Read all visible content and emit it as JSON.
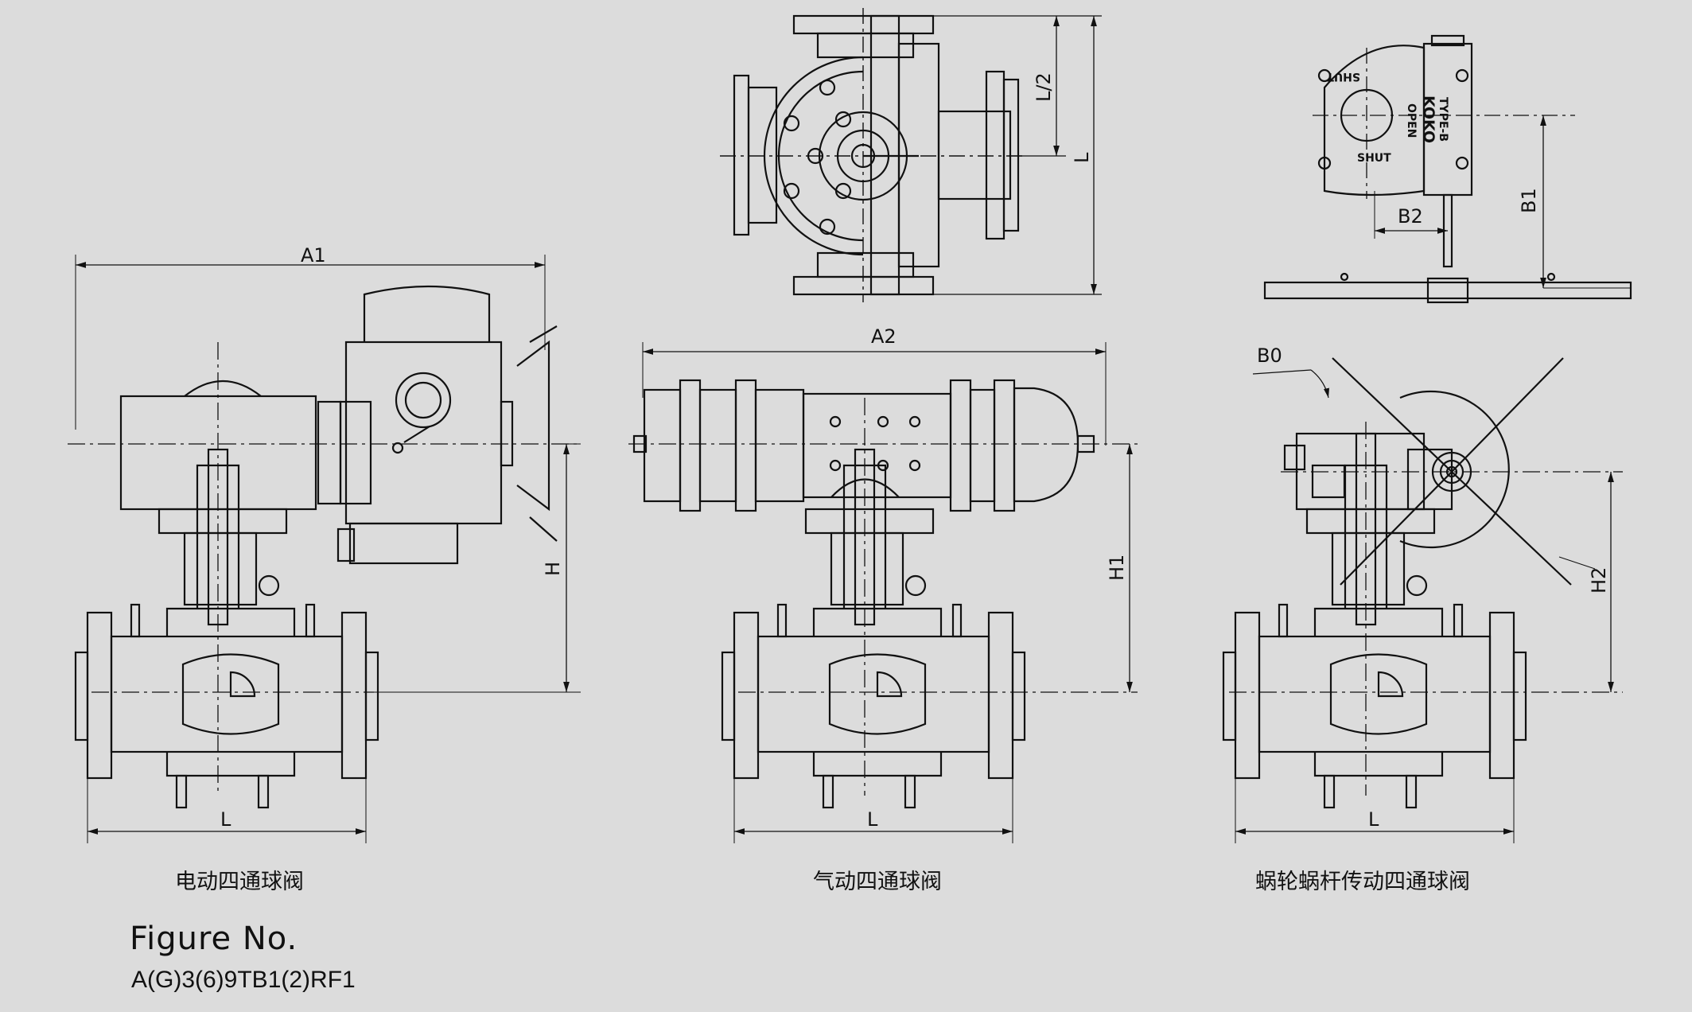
{
  "dimensions": {
    "a1": "A1",
    "a2": "A2",
    "h": "H",
    "h1": "H1",
    "h2": "H2",
    "l": "L",
    "l_half": "L/2",
    "b0": "B0",
    "b1": "B1",
    "b2": "B2"
  },
  "gearbox_labels": {
    "shut_top": "SHUT",
    "shut_bottom": "SHUT",
    "open": "OPEN",
    "brand": "KOKO",
    "type": "TYPE-B"
  },
  "captions": {
    "electric": "电动四通球阀",
    "pneumatic": "气动四通球阀",
    "worm_gear": "蜗轮蜗杆传动四通球阀"
  },
  "figure": {
    "title": "Figure  No.",
    "number": "A(G)3(6)9TB1(2)RF1"
  }
}
